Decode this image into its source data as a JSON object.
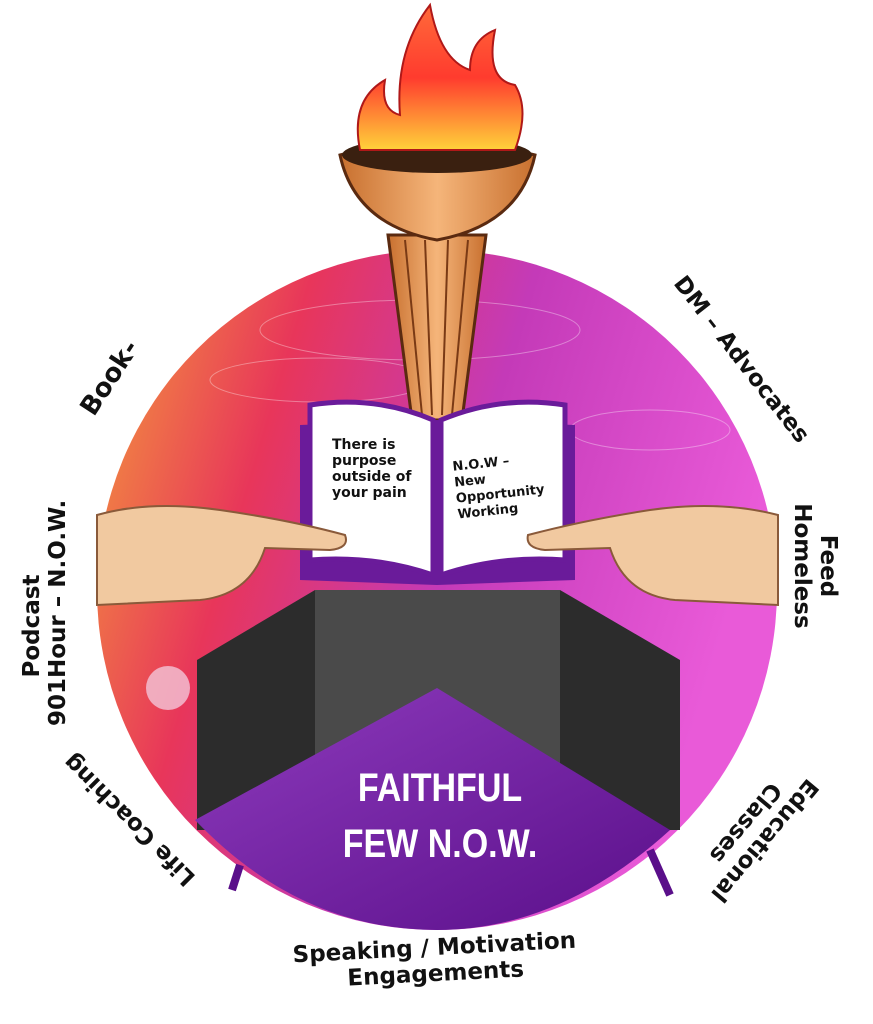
{
  "title": {
    "line1": "FAITHFUL",
    "line2": "FEW N.O.W."
  },
  "book": {
    "left_page": [
      "There is",
      "purpose",
      "outside of",
      "your pain"
    ],
    "right_page": [
      "N.O.W –",
      "New",
      "Opportunity",
      "Working"
    ]
  },
  "labels": {
    "book": "Book-",
    "dm_advocates": "DM – Advocates",
    "feed_homeless": [
      "Feed",
      "Homeless"
    ],
    "educational_classes": [
      "Educational",
      "Classes"
    ],
    "speaking": [
      "Speaking / Motivation",
      "Engagements"
    ],
    "life_coaching": "Life Coaching",
    "podcast": [
      "Podcast",
      "901Hour – N.O.W."
    ]
  },
  "colors": {
    "purple": "#6a1b9a",
    "magenta": "#e040c8",
    "orange": "#f26b2a",
    "podium": "#3a3a3a"
  }
}
